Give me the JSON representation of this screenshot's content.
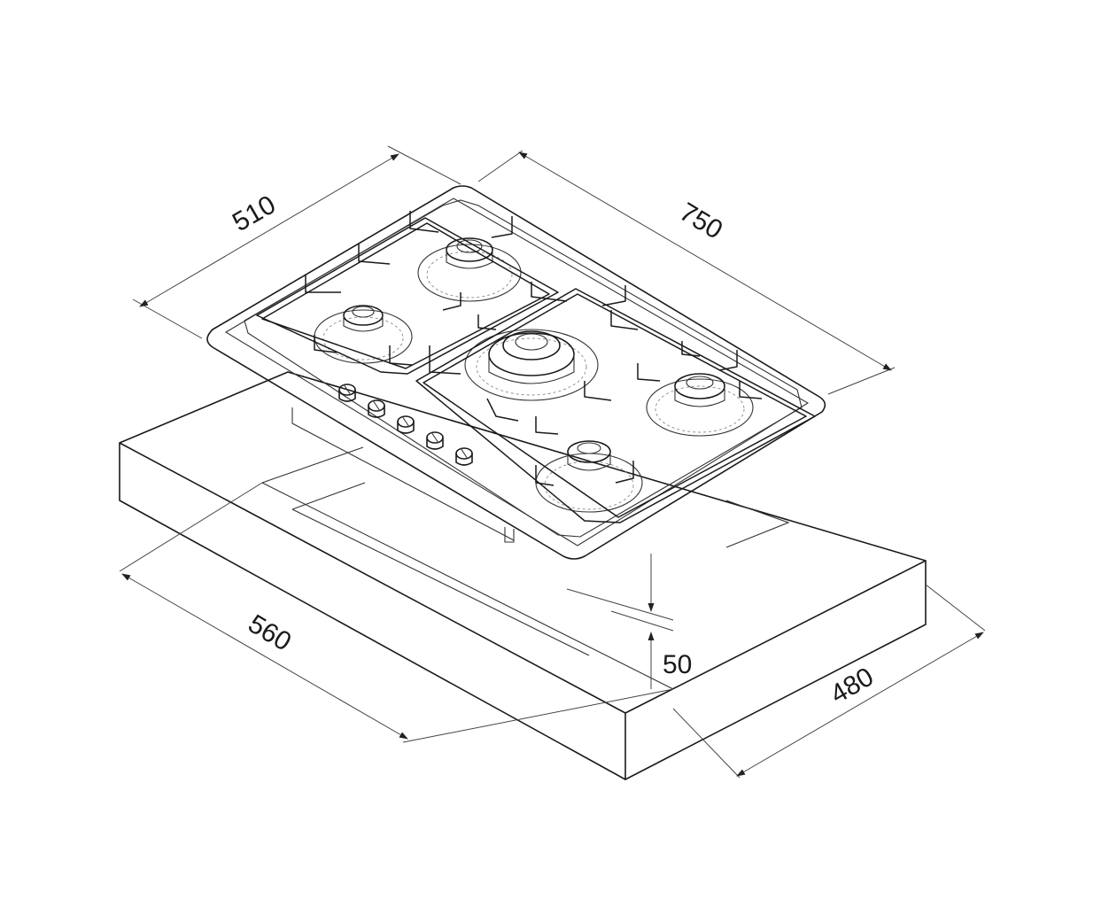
{
  "dimensions": {
    "depth": "510",
    "width": "750",
    "cutout_width": "560",
    "cutout_depth": "480",
    "height": "50"
  }
}
